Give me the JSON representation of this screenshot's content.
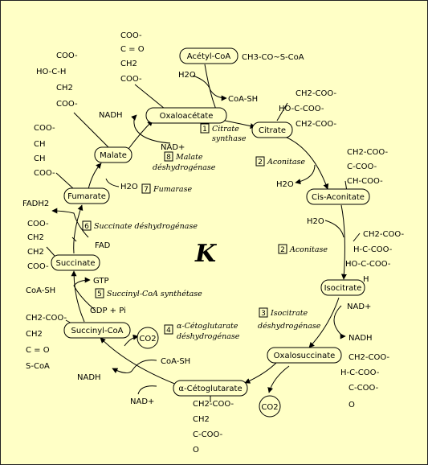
{
  "title": "K",
  "nodes": {
    "acetyl": "Acétyl-CoA",
    "oxaloacetate": "Oxaloacétate",
    "citrate": "Citrate",
    "cis_aconitate": "Cis-Aconitate",
    "isocitrate": "Isocitrate",
    "oxalosuccinate": "Oxalosuccinate",
    "alpha_ketoglutarate": "α-Cétoglutarate",
    "succinyl_coa": "Succinyl-CoA",
    "succinate": "Succinate",
    "fumarate": "Fumarate",
    "malate": "Malate"
  },
  "enzymes": {
    "e1_num": "1",
    "e1_line1": "Citrate",
    "e1_line2": "synthase",
    "e2a_num": "2",
    "e2a": "Aconitase",
    "e2b_num": "2",
    "e2b": "Aconitase",
    "e3_num": "3",
    "e3_line1": "Isocitrate",
    "e3_line2": "déshydrogénase",
    "e4_num": "4",
    "e4_line1": "α-Cétoglutarate",
    "e4_line2": "déshydrogénase",
    "e5_num": "5",
    "e5": "Succinyl-CoA synthétase",
    "e6_num": "6",
    "e6": "Succinate déshydrogénase",
    "e7_num": "7",
    "e7": "Fumarase",
    "e8_num": "8",
    "e8_line1": "Malate",
    "e8_line2": "déshydrogénase"
  },
  "cofactors": {
    "acetyl_formula": "CH3-CO~S-CoA",
    "h2o_1": "H2O",
    "coa_sh_1": "CoA-SH",
    "h2o_2": "H2O",
    "h2o_3": "H2O",
    "nad_3": "NAD+",
    "nadh_3": "NADH",
    "co2_3": "CO2",
    "co2_4": "CO2",
    "coa_sh_4": "CoA-SH",
    "nadh_4": "NADH",
    "nad_4": "NAD+",
    "gtp": "GTP",
    "coa_sh_5": "CoA-SH",
    "gdp_pi": "GDP + Pi",
    "fad": "FAD",
    "fadh2": "FADH2",
    "h2o_7": "H2O",
    "nad_8": "NAD+",
    "nadh_8": "NADH"
  },
  "structures": {
    "oxaloacetate": [
      "COO-",
      "C = O",
      "CH2",
      "COO-"
    ],
    "malate": [
      "COO-",
      "HO-C-H",
      "CH2",
      "COO-"
    ],
    "fumarate": [
      "COO-",
      "CH",
      "CH",
      "COO-"
    ],
    "succinate": [
      "COO-",
      "CH2",
      "CH2",
      "COO-"
    ],
    "succinyl_coa": [
      "CH2-COO-",
      "CH2",
      "C = O",
      "S-CoA"
    ],
    "citrate": [
      "CH2-COO-",
      "HO-C-COO-",
      "CH2-COO-"
    ],
    "cis_aconitate": [
      "CH2-COO-",
      "C-COO-",
      "CH-COO-"
    ],
    "isocitrate": [
      "CH2-COO-",
      "H-C-COO-",
      "HO-C-COO-",
      "H"
    ],
    "oxalosuccinate": [
      "CH2-COO-",
      "H-C-COO-",
      "C-COO-",
      "O"
    ],
    "alpha_ketoglutarate": [
      "CH2-COO-",
      "CH2",
      "C-COO-",
      "O"
    ]
  }
}
